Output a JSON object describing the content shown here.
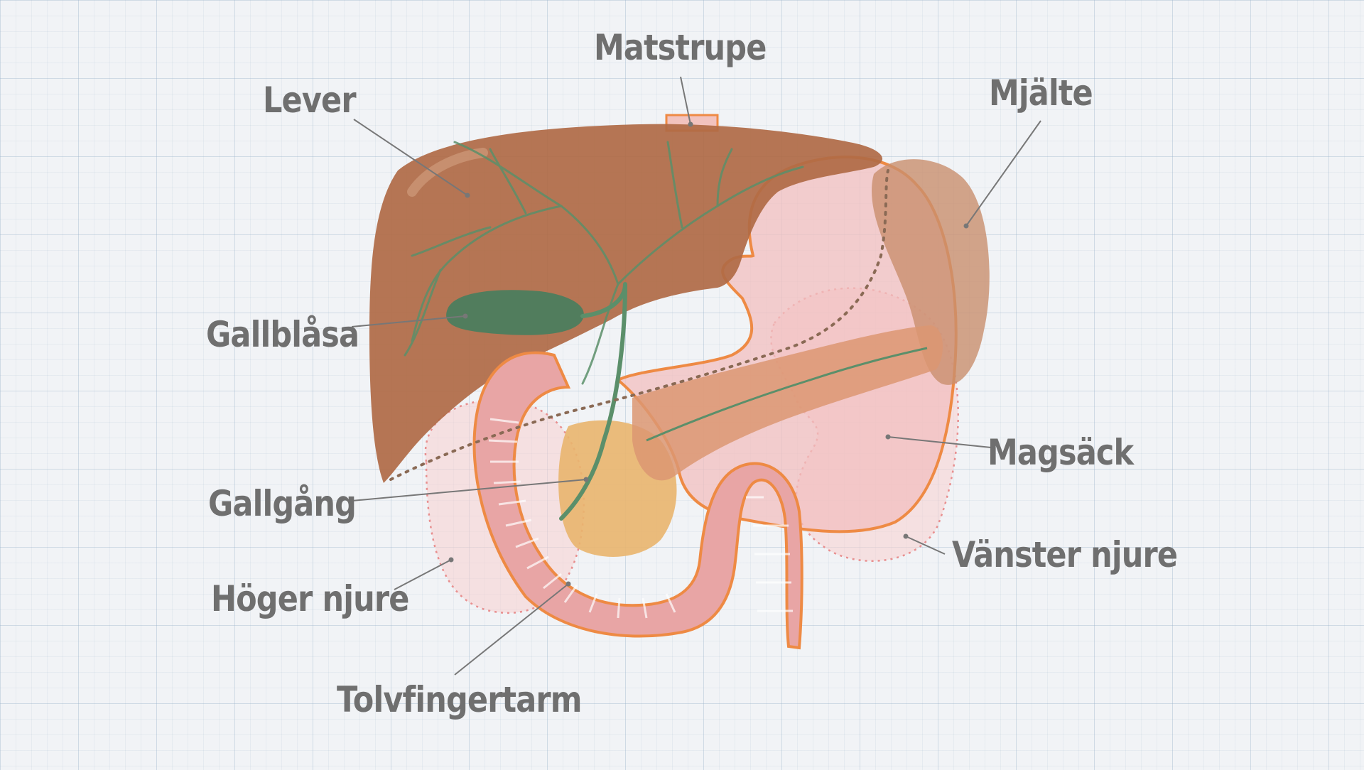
{
  "labels": {
    "esophagus": "Matstrupe",
    "liver": "Lever",
    "spleen": "Mjälte",
    "gallbladder": "Gallblåsa",
    "stomach": "Magsäck",
    "bile_duct": "Gallgång",
    "left_kidney": "Vänster njure",
    "right_kidney": "Höger njure",
    "duodenum": "Tolvfingertarm"
  },
  "colors": {
    "background": "#f1f3f6",
    "grid": "#b4c8dc",
    "liver": "#b06a45",
    "spleen": "#c98e6e",
    "stomach": "#f2bfbf",
    "stomach_outline": "#ee8a44",
    "gallbladder": "#3f7f5f",
    "bile_vessels": "#5b8f6a",
    "pancreas": "#dc9772",
    "kidney": "#f8d0d0",
    "duodenum": "#e8a5a5",
    "label_text": "#6f6f6f",
    "leader_line": "#777777"
  }
}
